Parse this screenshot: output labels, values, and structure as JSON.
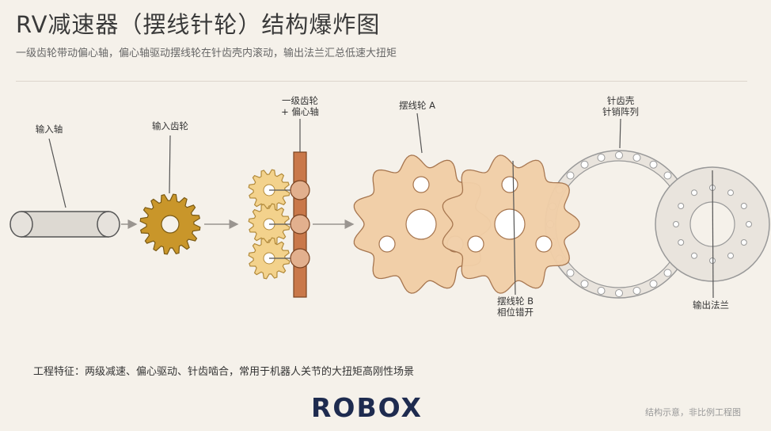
{
  "header": {
    "title": "RV减速器（摆线针轮）结构爆炸图",
    "subtitle": "一级齿轮带动偏心轴，偏心轴驱动摆线轮在针齿壳内滚动，输出法兰汇总低速大扭矩"
  },
  "labels": {
    "input_shaft": "输入轴",
    "input_gear": "输入齿轮",
    "stage1_line1": "一级齿轮",
    "stage1_line2": "+ 偏心轴",
    "cycloid_a": "摆线轮 A",
    "cycloid_b_line1": "摆线轮 B",
    "cycloid_b_line2": "相位错开",
    "pin_housing_line1": "针齿壳",
    "pin_housing_line2": "针销阵列",
    "output_flange": "输出法兰"
  },
  "footer": {
    "feature": "工程特征：两级减速、偏心驱动、针齿啮合，常用于机器人关节的大扭矩高刚性场景",
    "logo": "ROBOX",
    "note": "结构示意，非比例工程图"
  },
  "colors": {
    "background": "#f5f1ea",
    "input_gear": "#c9962a",
    "stage1_gear": "#f3d28c",
    "eccentric_shaft": "#c9784a",
    "cycloid_disc": "#f1cfa8",
    "pin_housing": "#e9e4dd",
    "logo_dark": "#1e2b4f",
    "logo_accent": "#2f8fd8"
  }
}
